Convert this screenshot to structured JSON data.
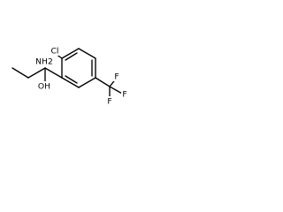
{
  "molecule": {
    "atoms": {
      "chloro": "Cl",
      "amino": "NH2",
      "hydroxyl": "OH",
      "fluoro_1": "F",
      "fluoro_2": "F",
      "fluoro_3": "F"
    },
    "colors": {
      "bonds": "#000000",
      "labels": "#000000",
      "background": "#ffffff"
    }
  }
}
